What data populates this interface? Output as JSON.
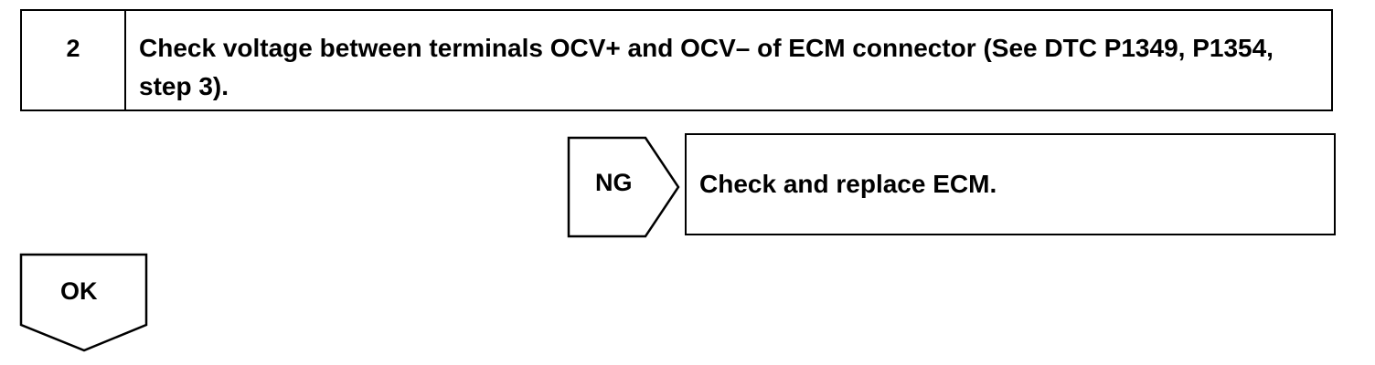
{
  "step": {
    "number": "2",
    "text": "Check voltage between terminals OCV+ and OCV– of ECM connector (See DTC P1349, P1354, step 3)."
  },
  "ng_branch": {
    "label": "NG",
    "action": "Check and replace ECM."
  },
  "ok_branch": {
    "label": "OK"
  }
}
